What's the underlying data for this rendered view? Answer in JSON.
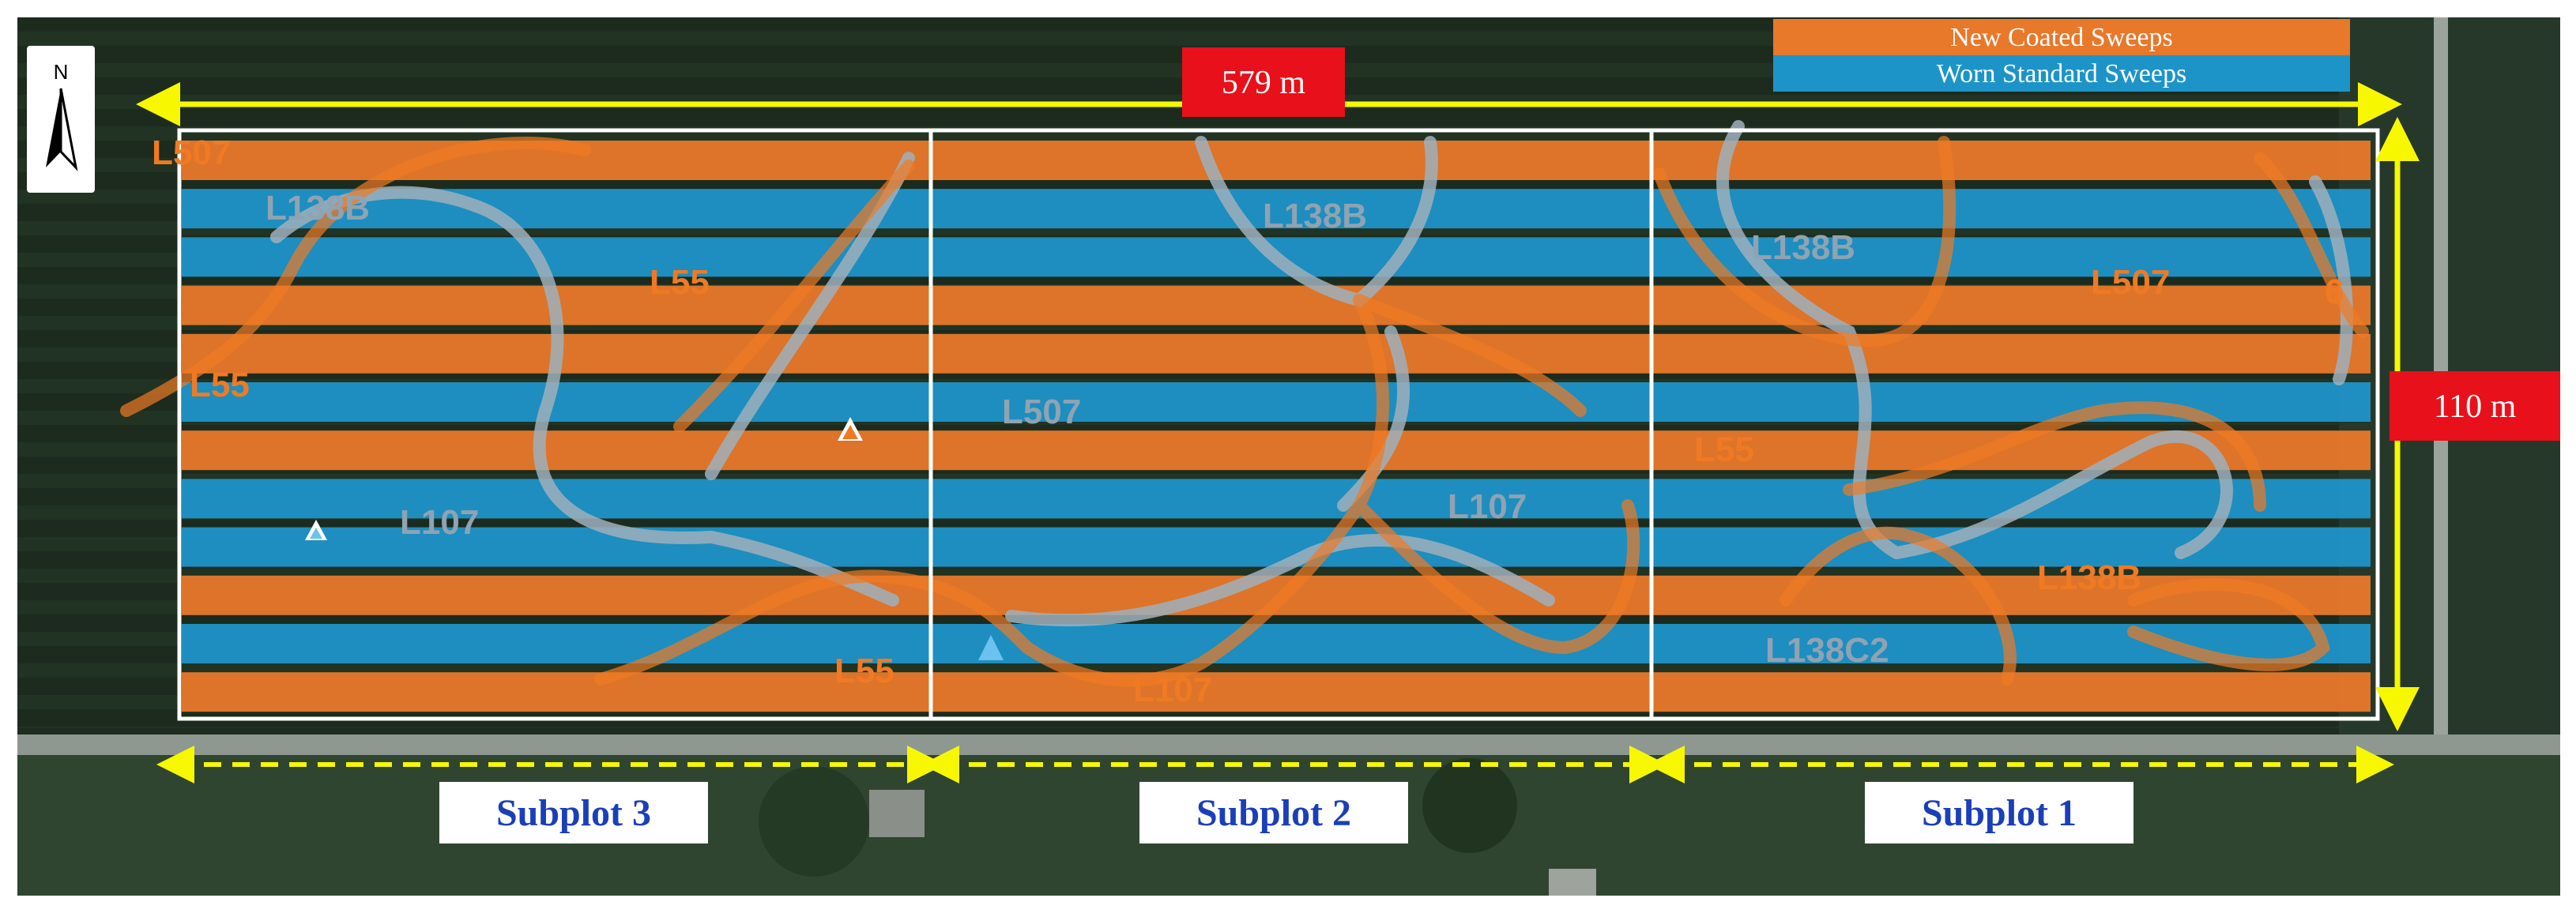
{
  "map": {
    "north_label": "N",
    "legend": {
      "items": [
        {
          "label": "New Coated Sweeps",
          "color": "#E8782A"
        },
        {
          "label": "Worn Standard Sweeps",
          "color": "#1D94C8"
        }
      ]
    },
    "dimensions": {
      "width_label": "579 m",
      "height_label": "110 m",
      "arrow_color": "#F7F700",
      "badge_color": "#E8101A"
    },
    "subplots": [
      {
        "label": "Subplot 3"
      },
      {
        "label": "Subplot 2"
      },
      {
        "label": "Subplot 1"
      }
    ],
    "strip_pattern": [
      "orange",
      "blue",
      "blue",
      "orange",
      "orange",
      "blue",
      "orange",
      "blue",
      "blue",
      "orange",
      "blue",
      "orange"
    ],
    "soil_labels": [
      {
        "text": "L507",
        "color": "orange"
      },
      {
        "text": "L138B",
        "color": "gray"
      },
      {
        "text": "L55",
        "color": "orange"
      },
      {
        "text": "L55",
        "color": "orange"
      },
      {
        "text": "L107",
        "color": "gray"
      },
      {
        "text": "L55",
        "color": "orange"
      },
      {
        "text": "L138B",
        "color": "gray"
      },
      {
        "text": "L507",
        "color": "gray"
      },
      {
        "text": "L107",
        "color": "gray"
      },
      {
        "text": "L107",
        "color": "orange"
      },
      {
        "text": "L138B",
        "color": "gray"
      },
      {
        "text": "L507",
        "color": "orange"
      },
      {
        "text": "6",
        "color": "orange"
      },
      {
        "text": "L55",
        "color": "orange"
      },
      {
        "text": "L138B",
        "color": "orange"
      },
      {
        "text": "L138C2",
        "color": "gray"
      }
    ]
  }
}
